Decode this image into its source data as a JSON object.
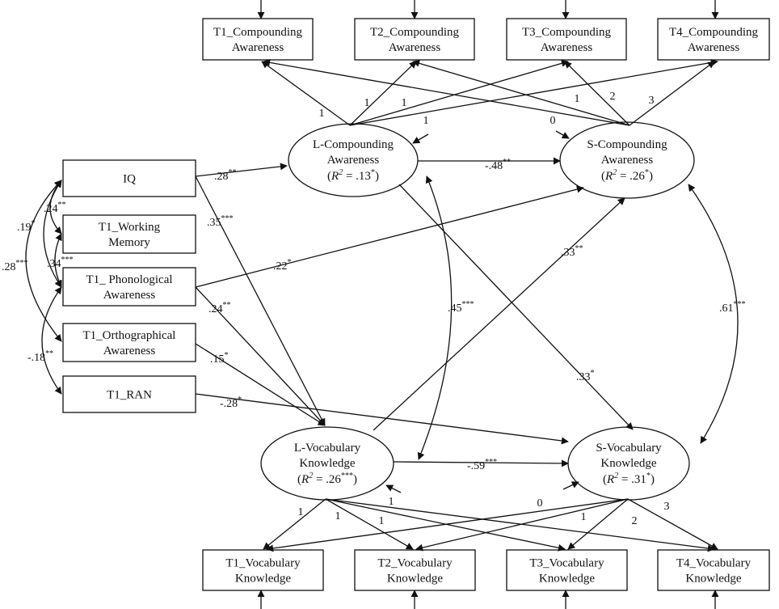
{
  "observed": {
    "t1_cmp": [
      "T1_Compounding",
      "Awareness"
    ],
    "t2_cmp": [
      "T2_Compounding",
      "Awareness"
    ],
    "t3_cmp": [
      "T3_Compounding",
      "Awareness"
    ],
    "t4_cmp": [
      "T4_Compounding",
      "Awareness"
    ],
    "iq": [
      "IQ"
    ],
    "wm": [
      "T1_Working",
      "Memory"
    ],
    "pa": [
      "T1_ Phonological",
      "Awareness"
    ],
    "oa": [
      "T1_Orthographical",
      "Awareness"
    ],
    "ran": [
      "T1_RAN"
    ],
    "t1_voc": [
      "T1_Vocabulary",
      "Knowledge"
    ],
    "t2_voc": [
      "T2_Vocabulary",
      "Knowledge"
    ],
    "t3_voc": [
      "T3_Vocabulary",
      "Knowledge"
    ],
    "t4_voc": [
      "T4_Vocabulary",
      "Knowledge"
    ]
  },
  "latent": {
    "l_cmp": {
      "lines": [
        "L-Compounding",
        "Awareness"
      ],
      "r2": ".13",
      "r2_sig": "*"
    },
    "s_cmp": {
      "lines": [
        "S-Compounding",
        "Awareness"
      ],
      "r2": ".26",
      "r2_sig": "*"
    },
    "l_voc": {
      "lines": [
        "L-Vocabulary",
        "Knowledge"
      ],
      "r2": ".26",
      "r2_sig": "***"
    },
    "s_voc": {
      "lines": [
        "S-Vocabulary",
        "Knowledge"
      ],
      "r2": ".31",
      "r2_sig": "*"
    }
  },
  "r2_prefix": "R",
  "r2_exponent": "2",
  "paths": [
    {
      "id": "iq-lcmp",
      "value": ".28",
      "sig": "**"
    },
    {
      "id": "iq-lvoc",
      "value": ".35",
      "sig": "***"
    },
    {
      "id": "pa-scmp",
      "value": ".22",
      "sig": "*"
    },
    {
      "id": "pa-lvoc",
      "value": ".24",
      "sig": "**"
    },
    {
      "id": "oa-lvoc",
      "value": ".15",
      "sig": "*"
    },
    {
      "id": "ran-svoc",
      "value": "-.28",
      "sig": "*"
    },
    {
      "id": "lcmp-scmp",
      "value": "-.48",
      "sig": "**"
    },
    {
      "id": "lvoc-svoc",
      "value": "-.59",
      "sig": "***"
    },
    {
      "id": "lvoc-scmp",
      "value": ".33",
      "sig": "**"
    },
    {
      "id": "lcmp-svoc",
      "value": ".33",
      "sig": "*"
    }
  ],
  "covariances": [
    {
      "id": "iq-wm",
      "value": ".24",
      "sig": "**"
    },
    {
      "id": "iq-pa",
      "value": ".19",
      "sig": "*"
    },
    {
      "id": "wm-pa",
      "value": ".34",
      "sig": "***"
    },
    {
      "id": "iq-oa",
      "value": ".28",
      "sig": "***"
    },
    {
      "id": "pa-ran",
      "value": "-.18",
      "sig": "**"
    },
    {
      "id": "lcmp-lvoc",
      "value": ".45",
      "sig": "***"
    },
    {
      "id": "scmp-svoc",
      "value": ".61",
      "sig": "***"
    }
  ],
  "loadings": {
    "compounding_intercept": [
      "1",
      "1",
      "1",
      "1"
    ],
    "compounding_slope": [
      "0",
      "1",
      "2",
      "3"
    ],
    "vocabulary_intercept": [
      "1",
      "1",
      "1",
      "1"
    ],
    "vocabulary_slope": [
      "0",
      "1",
      "2",
      "3"
    ]
  }
}
